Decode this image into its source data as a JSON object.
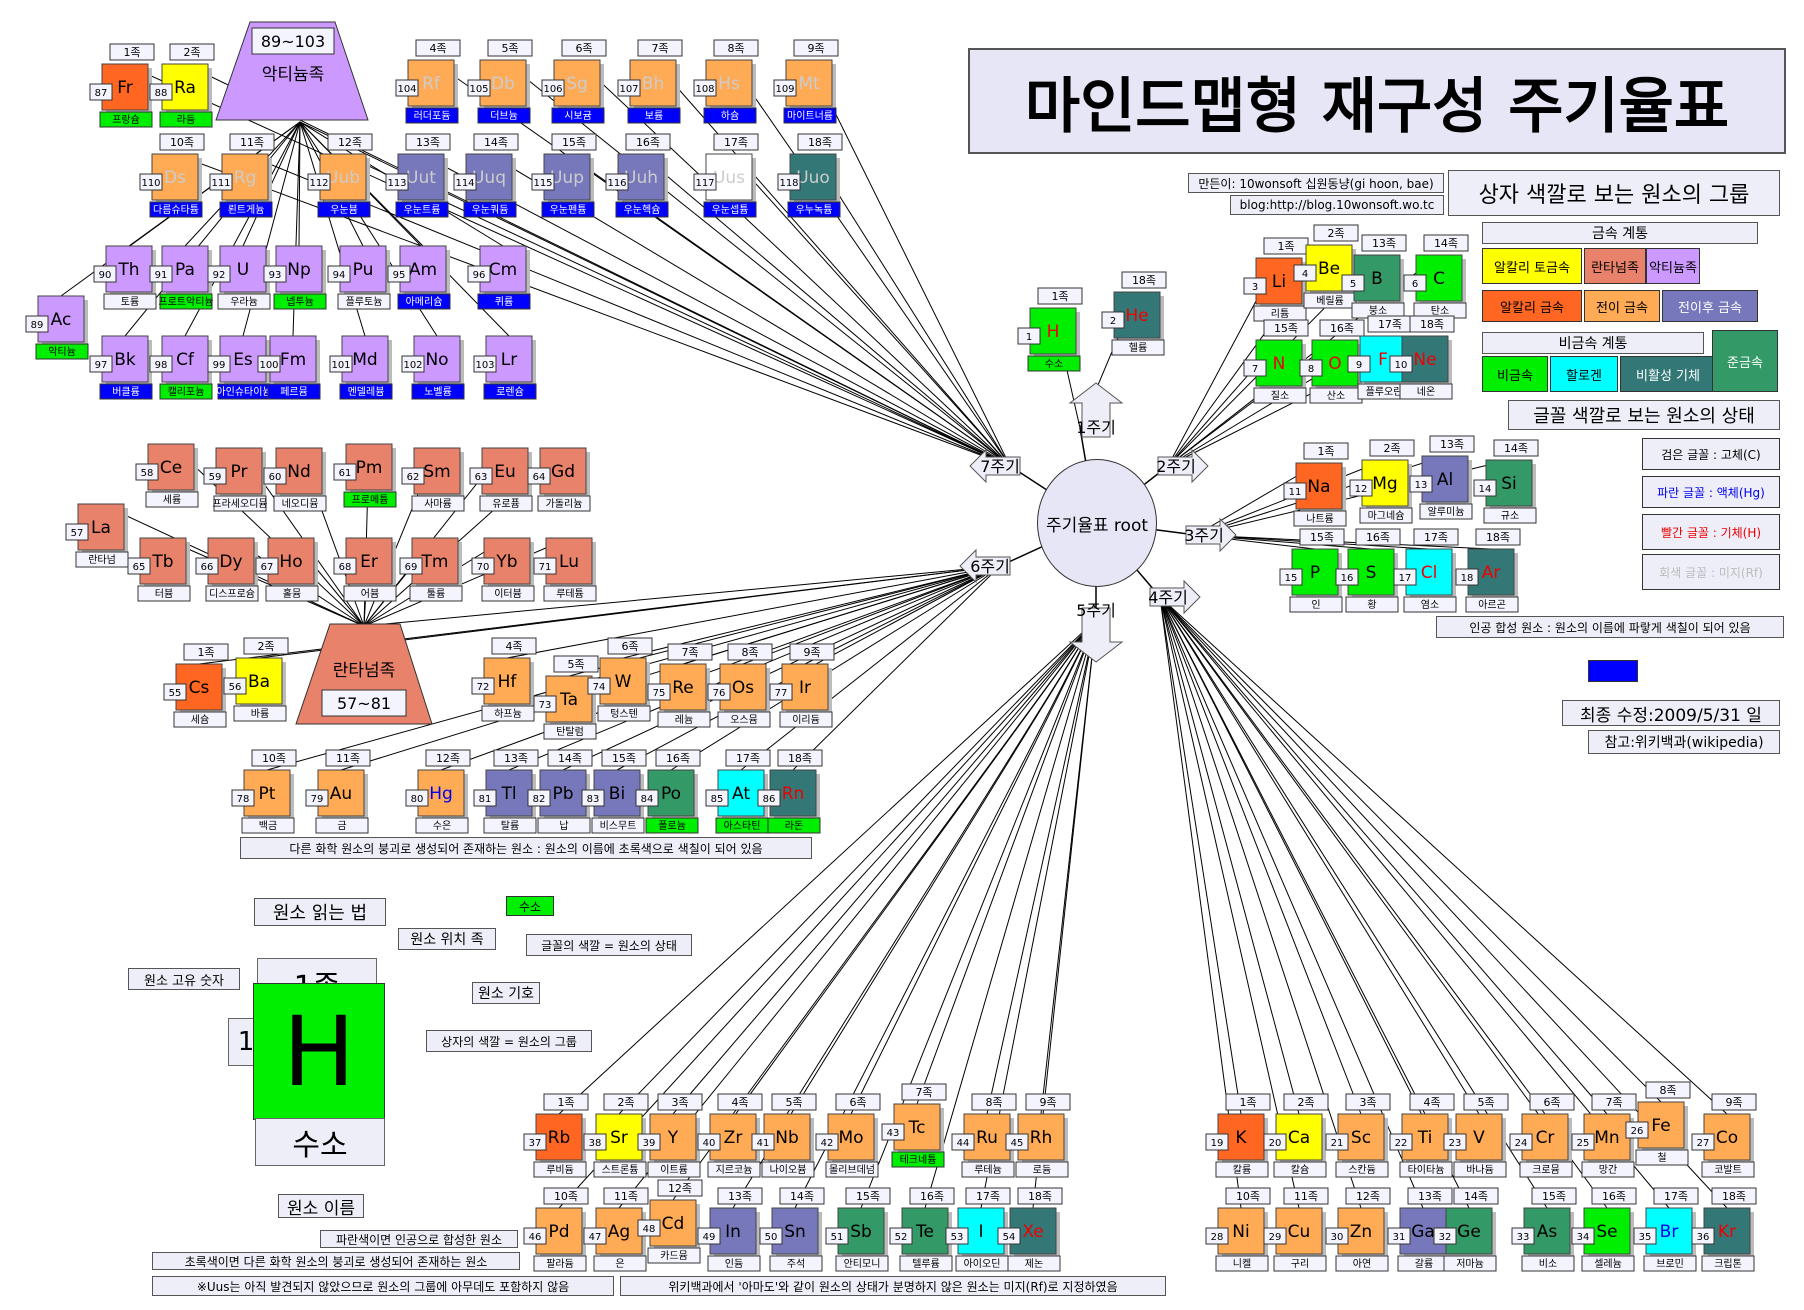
{
  "title": "마인드맵형 재구성 주기율표",
  "author_line": "만든이: 10wonsoft 십원동냥(gi hoon, bae)",
  "blog_line": "blog:http://blog.10wonsoft.wo.tc",
  "group_header": "상자 색깔로 보는 원소의 그룹",
  "state_header": "글꼴 색깔로 보는 원소의 상태",
  "revision": "최종 수정:2009/5/31 일",
  "reference": "참고:위키백과(wikipedia)",
  "root_label": "주기율표 root",
  "metal_group_title": "금속 계통",
  "nonmetal_group_title": "비금속 계통",
  "colors": {
    "alkali": "#ff6622",
    "alkaline_earth": "#ffff00",
    "lanthanide": "#e8826a",
    "actinide": "#cc99ff",
    "transition": "#ffaa55",
    "post_transition": "#7777bb",
    "metalloid": "#339966",
    "nonmetal": "#00ee00",
    "halogen": "#00ffff",
    "noble": "#337777",
    "synthetic": "#0000ff",
    "natural_decay": "#00ee00",
    "gas_text": "#ee0000",
    "liquid_text": "#0000ee",
    "unknown_text": "#cccccc"
  },
  "legend_groups": [
    {
      "label": "알칼리 토금속",
      "color": "#ffff00"
    },
    {
      "label": "란타넘족",
      "color": "#e8826a"
    },
    {
      "label": "악티늄족",
      "color": "#cc99ff"
    },
    {
      "label": "알칼리 금속",
      "color": "#ff6622"
    },
    {
      "label": "전이 금속",
      "color": "#ffaa55"
    },
    {
      "label": "전이후 금속",
      "color": "#7777bb"
    },
    {
      "label": "비금속",
      "color": "#00ee00"
    },
    {
      "label": "할로겐",
      "color": "#00ffff"
    },
    {
      "label": "비활성 기체",
      "color": "#337777"
    },
    {
      "label": "준금속",
      "color": "#339966"
    }
  ],
  "legend_states": [
    {
      "label": "검은 글꼴 : 고체(C)",
      "color": "#000000"
    },
    {
      "label": "파란 글꼴 : 액체(Hg)",
      "color": "#0000ee"
    },
    {
      "label": "빨간 글꼴 : 기체(H)",
      "color": "#ee0000"
    },
    {
      "label": "회색 글꼴 : 미지(Rf)",
      "color": "#bbbbbb"
    }
  ],
  "synthetic_note": "인공 합성 원소 : 원소의 이름에 파랗게 색칠이 되어 있음",
  "decay_note": "다른 화학 원소의 붕괴로 생성되어 존재하는 원소 : 원소의 이름에 초록색으로 색칠이 되어 있음",
  "decay_example": "수소",
  "reading_guide": {
    "title": "원소 읽는 법",
    "position": "원소 위치 족",
    "font_color": "글꼴의 색깔 = 원소의 상태",
    "unique_number": "원소 고유 숫자",
    "symbol_label": "원소 기호",
    "box_color": "상자의 색깔 = 원소의 그룹",
    "name_label": "원소 이름",
    "example_group": "1족",
    "example_number": "1",
    "example_symbol": "H",
    "example_name": "수소",
    "blue_note": "파란색이면 인공으로 합성한 원소",
    "green_note": "초록색이면  다른 화학 원소의 붕괴로 생성되어 존재하는 원소",
    "uus_note": "※Uus는 아직 발견되지 않았으므로 원소의 그룹에 아무데도 포함하지 않음",
    "wiki_note": "위키백과에서 '아마도'와 같이 원소의 상태가 분명하지 않은 원소는 미지(Rf)로 지정하였음"
  },
  "periods": [
    {
      "id": "p1",
      "label": "1주기"
    },
    {
      "id": "p2",
      "label": "2주기"
    },
    {
      "id": "p3",
      "label": "3주기"
    },
    {
      "id": "p4",
      "label": "4주기"
    },
    {
      "id": "p5",
      "label": "5주기"
    },
    {
      "id": "p6",
      "label": "6주기"
    },
    {
      "id": "p7",
      "label": "7주기"
    }
  ],
  "series_labels": {
    "actinide_name": "악티늄족",
    "actinide_range": "89~103",
    "lanthanide_name": "란타넘족",
    "lanthanide_range": "57~81"
  },
  "elements": [
    {
      "n": "1",
      "s": "H",
      "name": "수소",
      "g": "1족",
      "c": "#00ee00",
      "t": "#ee0000",
      "nb": "#00ee00"
    },
    {
      "n": "2",
      "s": "He",
      "name": "헬륨",
      "g": "18족",
      "c": "#337777",
      "t": "#ee0000"
    },
    {
      "n": "3",
      "s": "Li",
      "name": "리튬",
      "g": "1족",
      "c": "#ff6622",
      "t": "#000"
    },
    {
      "n": "4",
      "s": "Be",
      "name": "베릴륨",
      "g": "2족",
      "c": "#ffff00",
      "t": "#000"
    },
    {
      "n": "5",
      "s": "B",
      "name": "붕소",
      "g": "13족",
      "c": "#339966",
      "t": "#000"
    },
    {
      "n": "6",
      "s": "C",
      "name": "탄소",
      "g": "14족",
      "c": "#00ee00",
      "t": "#000"
    },
    {
      "n": "7",
      "s": "N",
      "name": "질소",
      "g": "15족",
      "c": "#00ee00",
      "t": "#ee0000"
    },
    {
      "n": "8",
      "s": "O",
      "name": "산소",
      "g": "16족",
      "c": "#00ee00",
      "t": "#ee0000"
    },
    {
      "n": "9",
      "s": "F",
      "name": "플루오린",
      "g": "17족",
      "c": "#00ffff",
      "t": "#ee0000"
    },
    {
      "n": "10",
      "s": "Ne",
      "name": "네온",
      "g": "18족",
      "c": "#337777",
      "t": "#ee0000"
    },
    {
      "n": "11",
      "s": "Na",
      "name": "나트륨",
      "g": "1족",
      "c": "#ff6622",
      "t": "#000"
    },
    {
      "n": "12",
      "s": "Mg",
      "name": "마그네슘",
      "g": "2족",
      "c": "#ffff00",
      "t": "#000"
    },
    {
      "n": "13",
      "s": "Al",
      "name": "알루미늄",
      "g": "13족",
      "c": "#7777bb",
      "t": "#000"
    },
    {
      "n": "14",
      "s": "Si",
      "name": "규소",
      "g": "14족",
      "c": "#339966",
      "t": "#000"
    },
    {
      "n": "15",
      "s": "P",
      "name": "인",
      "g": "15족",
      "c": "#00ee00",
      "t": "#000"
    },
    {
      "n": "16",
      "s": "S",
      "name": "황",
      "g": "16족",
      "c": "#00ee00",
      "t": "#000"
    },
    {
      "n": "17",
      "s": "Cl",
      "name": "염소",
      "g": "17족",
      "c": "#00ffff",
      "t": "#ee0000"
    },
    {
      "n": "18",
      "s": "Ar",
      "name": "아르곤",
      "g": "18족",
      "c": "#337777",
      "t": "#ee0000"
    },
    {
      "n": "19",
      "s": "K",
      "name": "칼륨",
      "g": "1족",
      "c": "#ff6622",
      "t": "#000"
    },
    {
      "n": "20",
      "s": "Ca",
      "name": "칼슘",
      "g": "2족",
      "c": "#ffff00",
      "t": "#000"
    },
    {
      "n": "21",
      "s": "Sc",
      "name": "스칸듐",
      "g": "3족",
      "c": "#ffaa55",
      "t": "#000"
    },
    {
      "n": "22",
      "s": "Ti",
      "name": "타이타늄",
      "g": "4족",
      "c": "#ffaa55",
      "t": "#000"
    },
    {
      "n": "23",
      "s": "V",
      "name": "바나듐",
      "g": "5족",
      "c": "#ffaa55",
      "t": "#000"
    },
    {
      "n": "24",
      "s": "Cr",
      "name": "크로뮴",
      "g": "6족",
      "c": "#ffaa55",
      "t": "#000"
    },
    {
      "n": "25",
      "s": "Mn",
      "name": "망간",
      "g": "7족",
      "c": "#ffaa55",
      "t": "#000"
    },
    {
      "n": "26",
      "s": "Fe",
      "name": "철",
      "g": "8족",
      "c": "#ffaa55",
      "t": "#000"
    },
    {
      "n": "27",
      "s": "Co",
      "name": "코발트",
      "g": "9족",
      "c": "#ffaa55",
      "t": "#000"
    },
    {
      "n": "28",
      "s": "Ni",
      "name": "니켈",
      "g": "10족",
      "c": "#ffaa55",
      "t": "#000"
    },
    {
      "n": "29",
      "s": "Cu",
      "name": "구리",
      "g": "11족",
      "c": "#ffaa55",
      "t": "#000"
    },
    {
      "n": "30",
      "s": "Zn",
      "name": "아연",
      "g": "12족",
      "c": "#ffaa55",
      "t": "#000"
    },
    {
      "n": "31",
      "s": "Ga",
      "name": "갈륨",
      "g": "13족",
      "c": "#7777bb",
      "t": "#000"
    },
    {
      "n": "32",
      "s": "Ge",
      "name": "저마늄",
      "g": "14족",
      "c": "#339966",
      "t": "#000"
    },
    {
      "n": "33",
      "s": "As",
      "name": "비소",
      "g": "15족",
      "c": "#339966",
      "t": "#000"
    },
    {
      "n": "34",
      "s": "Se",
      "name": "셀레늄",
      "g": "16족",
      "c": "#00ee00",
      "t": "#000"
    },
    {
      "n": "35",
      "s": "Br",
      "name": "브로민",
      "g": "17족",
      "c": "#00ffff",
      "t": "#0000ee"
    },
    {
      "n": "36",
      "s": "Kr",
      "name": "크립톤",
      "g": "18족",
      "c": "#337777",
      "t": "#ee0000"
    },
    {
      "n": "37",
      "s": "Rb",
      "name": "루비듐",
      "g": "1족",
      "c": "#ff6622",
      "t": "#000"
    },
    {
      "n": "38",
      "s": "Sr",
      "name": "스트론튬",
      "g": "2족",
      "c": "#ffff00",
      "t": "#000"
    },
    {
      "n": "39",
      "s": "Y",
      "name": "이트륨",
      "g": "3족",
      "c": "#ffaa55",
      "t": "#000"
    },
    {
      "n": "40",
      "s": "Zr",
      "name": "지르코늄",
      "g": "4족",
      "c": "#ffaa55",
      "t": "#000"
    },
    {
      "n": "41",
      "s": "Nb",
      "name": "나이오븀",
      "g": "5족",
      "c": "#ffaa55",
      "t": "#000"
    },
    {
      "n": "42",
      "s": "Mo",
      "name": "몰리브데넘",
      "g": "6족",
      "c": "#ffaa55",
      "t": "#000"
    },
    {
      "n": "43",
      "s": "Tc",
      "name": "테크네튬",
      "g": "7족",
      "c": "#ffaa55",
      "t": "#000",
      "nb": "#00ee00"
    },
    {
      "n": "44",
      "s": "Ru",
      "name": "루테늄",
      "g": "8족",
      "c": "#ffaa55",
      "t": "#000"
    },
    {
      "n": "45",
      "s": "Rh",
      "name": "로듐",
      "g": "9족",
      "c": "#ffaa55",
      "t": "#000"
    },
    {
      "n": "46",
      "s": "Pd",
      "name": "팔라듐",
      "g": "10족",
      "c": "#ffaa55",
      "t": "#000"
    },
    {
      "n": "47",
      "s": "Ag",
      "name": "은",
      "g": "11족",
      "c": "#ffaa55",
      "t": "#000"
    },
    {
      "n": "48",
      "s": "Cd",
      "name": "카드뮴",
      "g": "12족",
      "c": "#ffaa55",
      "t": "#000"
    },
    {
      "n": "49",
      "s": "In",
      "name": "인듐",
      "g": "13족",
      "c": "#7777bb",
      "t": "#000"
    },
    {
      "n": "50",
      "s": "Sn",
      "name": "주석",
      "g": "14족",
      "c": "#7777bb",
      "t": "#000"
    },
    {
      "n": "51",
      "s": "Sb",
      "name": "안티모니",
      "g": "15족",
      "c": "#339966",
      "t": "#000"
    },
    {
      "n": "52",
      "s": "Te",
      "name": "텔루륨",
      "g": "16족",
      "c": "#339966",
      "t": "#000"
    },
    {
      "n": "53",
      "s": "I",
      "name": "아이오딘",
      "g": "17족",
      "c": "#00ffff",
      "t": "#000"
    },
    {
      "n": "54",
      "s": "Xe",
      "name": "제논",
      "g": "18족",
      "c": "#337777",
      "t": "#ee0000"
    },
    {
      "n": "55",
      "s": "Cs",
      "name": "세슘",
      "g": "1족",
      "c": "#ff6622",
      "t": "#000"
    },
    {
      "n": "56",
      "s": "Ba",
      "name": "바륨",
      "g": "2족",
      "c": "#ffff00",
      "t": "#000"
    },
    {
      "n": "72",
      "s": "Hf",
      "name": "하프늄",
      "g": "4족",
      "c": "#ffaa55",
      "t": "#000"
    },
    {
      "n": "73",
      "s": "Ta",
      "name": "탄탈럼",
      "g": "5족",
      "c": "#ffaa55",
      "t": "#000"
    },
    {
      "n": "74",
      "s": "W",
      "name": "텅스텐",
      "g": "6족",
      "c": "#ffaa55",
      "t": "#000"
    },
    {
      "n": "75",
      "s": "Re",
      "name": "레늄",
      "g": "7족",
      "c": "#ffaa55",
      "t": "#000"
    },
    {
      "n": "76",
      "s": "Os",
      "name": "오스뮴",
      "g": "8족",
      "c": "#ffaa55",
      "t": "#000"
    },
    {
      "n": "77",
      "s": "Ir",
      "name": "이리듐",
      "g": "9족",
      "c": "#ffaa55",
      "t": "#000"
    },
    {
      "n": "78",
      "s": "Pt",
      "name": "백금",
      "g": "10족",
      "c": "#ffaa55",
      "t": "#000"
    },
    {
      "n": "79",
      "s": "Au",
      "name": "금",
      "g": "11족",
      "c": "#ffaa55",
      "t": "#000"
    },
    {
      "n": "80",
      "s": "Hg",
      "name": "수은",
      "g": "12족",
      "c": "#ffaa55",
      "t": "#0000ee"
    },
    {
      "n": "81",
      "s": "Tl",
      "name": "탈륨",
      "g": "13족",
      "c": "#7777bb",
      "t": "#000"
    },
    {
      "n": "82",
      "s": "Pb",
      "name": "납",
      "g": "14족",
      "c": "#7777bb",
      "t": "#000"
    },
    {
      "n": "83",
      "s": "Bi",
      "name": "비스무트",
      "g": "15족",
      "c": "#7777bb",
      "t": "#000"
    },
    {
      "n": "84",
      "s": "Po",
      "name": "폴로늄",
      "g": "16족",
      "c": "#339966",
      "t": "#000",
      "nb": "#00ee00"
    },
    {
      "n": "85",
      "s": "At",
      "name": "아스타틴",
      "g": "17족",
      "c": "#00ffff",
      "t": "#000",
      "nb": "#00ee00"
    },
    {
      "n": "86",
      "s": "Rn",
      "name": "라돈",
      "g": "18족",
      "c": "#337777",
      "t": "#ee0000",
      "nb": "#00ee00"
    },
    {
      "n": "57",
      "s": "La",
      "name": "란타넘",
      "c": "#e8826a",
      "t": "#000"
    },
    {
      "n": "58",
      "s": "Ce",
      "name": "세륨",
      "c": "#e8826a",
      "t": "#000"
    },
    {
      "n": "59",
      "s": "Pr",
      "name": "프라세오디뮴",
      "c": "#e8826a",
      "t": "#000"
    },
    {
      "n": "60",
      "s": "Nd",
      "name": "네오디뮴",
      "c": "#e8826a",
      "t": "#000"
    },
    {
      "n": "61",
      "s": "Pm",
      "name": "프로메튬",
      "c": "#e8826a",
      "t": "#000",
      "nb": "#00ee00"
    },
    {
      "n": "62",
      "s": "Sm",
      "name": "사마륨",
      "c": "#e8826a",
      "t": "#000"
    },
    {
      "n": "63",
      "s": "Eu",
      "name": "유로퓸",
      "c": "#e8826a",
      "t": "#000"
    },
    {
      "n": "64",
      "s": "Gd",
      "name": "가돌리늄",
      "c": "#e8826a",
      "t": "#000"
    },
    {
      "n": "65",
      "s": "Tb",
      "name": "터븀",
      "c": "#e8826a",
      "t": "#000"
    },
    {
      "n": "66",
      "s": "Dy",
      "name": "디스프로슘",
      "c": "#e8826a",
      "t": "#000"
    },
    {
      "n": "67",
      "s": "Ho",
      "name": "홀뮴",
      "c": "#e8826a",
      "t": "#000"
    },
    {
      "n": "68",
      "s": "Er",
      "name": "어븀",
      "c": "#e8826a",
      "t": "#000"
    },
    {
      "n": "69",
      "s": "Tm",
      "name": "툴륨",
      "c": "#e8826a",
      "t": "#000"
    },
    {
      "n": "70",
      "s": "Yb",
      "name": "이터븀",
      "c": "#e8826a",
      "t": "#000"
    },
    {
      "n": "71",
      "s": "Lu",
      "name": "루테튬",
      "c": "#e8826a",
      "t": "#000"
    },
    {
      "n": "87",
      "s": "Fr",
      "name": "프랑슘",
      "g": "1족",
      "c": "#ff6622",
      "t": "#000",
      "nb": "#00ee00"
    },
    {
      "n": "88",
      "s": "Ra",
      "name": "라듐",
      "g": "2족",
      "c": "#ffff00",
      "t": "#000",
      "nb": "#00ee00"
    },
    {
      "n": "104",
      "s": "Rf",
      "name": "러더포듐",
      "g": "4족",
      "c": "#ffaa55",
      "t": "#cccccc",
      "nb": "#0000ff"
    },
    {
      "n": "105",
      "s": "Db",
      "name": "더브늄",
      "g": "5족",
      "c": "#ffaa55",
      "t": "#cccccc",
      "nb": "#0000ff"
    },
    {
      "n": "106",
      "s": "Sg",
      "name": "시보귬",
      "g": "6족",
      "c": "#ffaa55",
      "t": "#cccccc",
      "nb": "#0000ff"
    },
    {
      "n": "107",
      "s": "Bh",
      "name": "보륨",
      "g": "7족",
      "c": "#ffaa55",
      "t": "#cccccc",
      "nb": "#0000ff"
    },
    {
      "n": "108",
      "s": "Hs",
      "name": "하슘",
      "g": "8족",
      "c": "#ffaa55",
      "t": "#cccccc",
      "nb": "#0000ff"
    },
    {
      "n": "109",
      "s": "Mt",
      "name": "마이트너륨",
      "g": "9족",
      "c": "#ffaa55",
      "t": "#cccccc",
      "nb": "#0000ff"
    },
    {
      "n": "110",
      "s": "Ds",
      "name": "다름슈타튬",
      "g": "10족",
      "c": "#ffaa55",
      "t": "#cccccc",
      "nb": "#0000ff"
    },
    {
      "n": "111",
      "s": "Rg",
      "name": "뢴트게늄",
      "g": "11족",
      "c": "#ffaa55",
      "t": "#cccccc",
      "nb": "#0000ff"
    },
    {
      "n": "112",
      "s": "Uub",
      "name": "우눈븀",
      "g": "12족",
      "c": "#ffaa55",
      "t": "#cccccc",
      "nb": "#0000ff"
    },
    {
      "n": "113",
      "s": "Uut",
      "name": "우눈트륨",
      "g": "13족",
      "c": "#7777bb",
      "t": "#cccccc",
      "nb": "#0000ff"
    },
    {
      "n": "114",
      "s": "Uuq",
      "name": "우눈쿼듐",
      "g": "14족",
      "c": "#7777bb",
      "t": "#cccccc",
      "nb": "#0000ff"
    },
    {
      "n": "115",
      "s": "Uup",
      "name": "우눈펜튬",
      "g": "15족",
      "c": "#7777bb",
      "t": "#cccccc",
      "nb": "#0000ff"
    },
    {
      "n": "116",
      "s": "Uuh",
      "name": "우눈헥슘",
      "g": "16족",
      "c": "#7777bb",
      "t": "#cccccc",
      "nb": "#0000ff"
    },
    {
      "n": "117",
      "s": "Uus",
      "name": "우눈셉튬",
      "g": "17족",
      "c": "#ffffff",
      "t": "#cccccc",
      "nb": "#0000ff"
    },
    {
      "n": "118",
      "s": "Uuo",
      "name": "우누녹튬",
      "g": "18족",
      "c": "#337777",
      "t": "#cccccc",
      "nb": "#0000ff"
    },
    {
      "n": "89",
      "s": "Ac",
      "name": "악티늄",
      "c": "#cc99ff",
      "t": "#000",
      "nb": "#00ee00"
    },
    {
      "n": "90",
      "s": "Th",
      "name": "토륨",
      "c": "#cc99ff",
      "t": "#000"
    },
    {
      "n": "91",
      "s": "Pa",
      "name": "프로트악티늄",
      "c": "#cc99ff",
      "t": "#000",
      "nb": "#00ee00"
    },
    {
      "n": "92",
      "s": "U",
      "name": "우라늄",
      "c": "#cc99ff",
      "t": "#000"
    },
    {
      "n": "93",
      "s": "Np",
      "name": "넵투늄",
      "c": "#cc99ff",
      "t": "#000",
      "nb": "#00ee00"
    },
    {
      "n": "94",
      "s": "Pu",
      "name": "플루토늄",
      "c": "#cc99ff",
      "t": "#000"
    },
    {
      "n": "95",
      "s": "Am",
      "name": "아메리슘",
      "c": "#cc99ff",
      "t": "#000",
      "nb": "#0000ff"
    },
    {
      "n": "96",
      "s": "Cm",
      "name": "퀴륨",
      "c": "#cc99ff",
      "t": "#000",
      "nb": "#0000ff"
    },
    {
      "n": "97",
      "s": "Bk",
      "name": "버클륨",
      "c": "#cc99ff",
      "t": "#000",
      "nb": "#0000ff"
    },
    {
      "n": "98",
      "s": "Cf",
      "name": "캘리포늄",
      "c": "#cc99ff",
      "t": "#000",
      "nb": "#00ee00"
    },
    {
      "n": "99",
      "s": "Es",
      "name": "아인슈타이늄",
      "c": "#cc99ff",
      "t": "#000",
      "nb": "#0000ff"
    },
    {
      "n": "100",
      "s": "Fm",
      "name": "페르뮴",
      "c": "#cc99ff",
      "t": "#000",
      "nb": "#0000ff"
    },
    {
      "n": "101",
      "s": "Md",
      "name": "멘델레븀",
      "c": "#cc99ff",
      "t": "#000",
      "nb": "#0000ff"
    },
    {
      "n": "102",
      "s": "No",
      "name": "노벨륨",
      "c": "#cc99ff",
      "t": "#000",
      "nb": "#0000ff"
    },
    {
      "n": "103",
      "s": "Lr",
      "name": "로렌슘",
      "c": "#cc99ff",
      "t": "#000",
      "nb": "#0000ff"
    }
  ]
}
